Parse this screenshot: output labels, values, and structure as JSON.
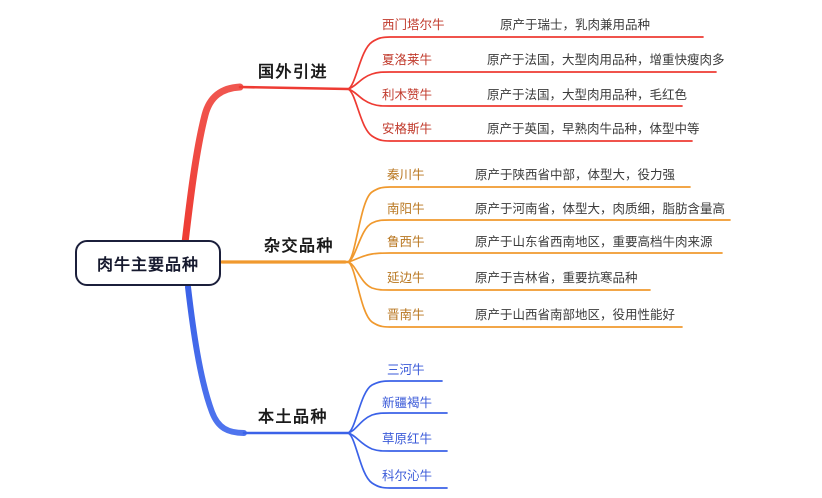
{
  "root": {
    "label": "肉牛主要品种"
  },
  "colors": {
    "red": "#ee3b33",
    "orange": "#f0992e",
    "blue": "#3b62e8",
    "root_border": "#1b1f3b",
    "text_dark": "#1a1a1a",
    "desc_text": "#3b3b3b"
  },
  "branches": [
    {
      "label": "国外引进",
      "color": "#ee3b33",
      "leaves": [
        {
          "name": "西门塔尔牛",
          "desc": "原产于瑞士，乳肉兼用品种"
        },
        {
          "name": "夏洛莱牛",
          "desc": "原产于法国，大型肉用品种，增重快瘦肉多"
        },
        {
          "name": "利木赞牛",
          "desc": "原产于法国，大型肉用品种，毛红色"
        },
        {
          "name": "安格斯牛",
          "desc": "原产于英国，早熟肉牛品种，体型中等"
        }
      ]
    },
    {
      "label": "杂交品种",
      "color": "#f0992e",
      "leaves": [
        {
          "name": "秦川牛",
          "desc": "原产于陕西省中部，体型大，役力强"
        },
        {
          "name": "南阳牛",
          "desc": "原产于河南省，体型大，肉质细，脂肪含量高"
        },
        {
          "name": "鲁西牛",
          "desc": "原产于山东省西南地区，重要高档牛肉来源"
        },
        {
          "name": "延边牛",
          "desc": "原产于吉林省，重要抗寒品种"
        },
        {
          "name": "晋南牛",
          "desc": "原产于山西省南部地区，役用性能好"
        }
      ]
    },
    {
      "label": "本土品种",
      "color": "#3b62e8",
      "leaves": [
        {
          "name": "三河牛",
          "desc": ""
        },
        {
          "name": "新疆褐牛",
          "desc": ""
        },
        {
          "name": "草原红牛",
          "desc": ""
        },
        {
          "name": "科尔沁牛",
          "desc": ""
        }
      ]
    }
  ]
}
